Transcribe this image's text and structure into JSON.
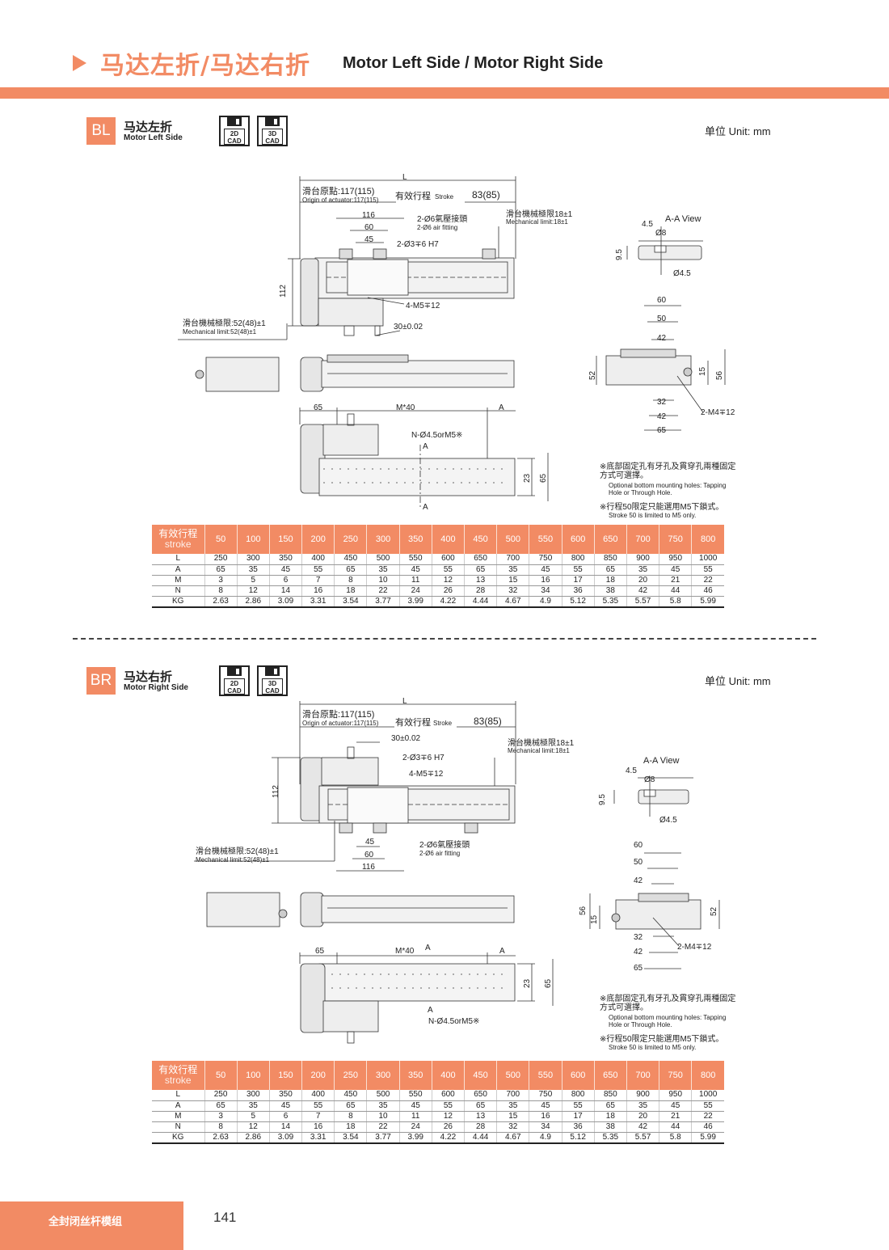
{
  "header": {
    "title_cn": "马达左折/马达右折",
    "title_en": "Motor Left Side / Motor Right Side"
  },
  "colors": {
    "accent": "#f28b64"
  },
  "icons": [
    "triangle-arrow-icon",
    "floppy-disk-icon"
  ],
  "sections": [
    {
      "code": "BL",
      "name_cn": "马达左折",
      "name_en": "Motor Left Side",
      "cad": [
        "2D\nCAD",
        "3D\nCAD"
      ],
      "unit": "单位 Unit: mm",
      "drawing": {
        "L": "L",
        "origin_cn": "滑台原點:117(115)",
        "origin_en": "Origin of actuator:117(115)",
        "stroke_cn": "有效行程",
        "stroke_en": "Stroke",
        "d83": "83(85)",
        "limit18_cn": "滑台機械極限18±1",
        "limit18_en": "Mechanical limit:18±1",
        "d116": "116",
        "d60": "60",
        "d45": "45",
        "air_cn": "2-Ø6氣壓接頭",
        "air_en": "2-Ø6 air fitting",
        "pin": "2-Ø3∓6 H7",
        "tap": "4-M5∓12",
        "d112": "112",
        "limit52_cn": "滑台機械極限:52(48)±1",
        "limit52_en": "Mechanical limit:52(48)±1",
        "d30": "30±0.02",
        "d65": "65",
        "m40": "M*40",
        "a": "A",
        "nhole": "N-Ø4.5orM5※",
        "d23": "23",
        "d65v": "65",
        "aa_view": "A-A View",
        "d4_5": "4.5",
        "d8": "Ø8",
        "d9_5": "9.5",
        "d4_5h": "Ø4.5",
        "e60": "60",
        "e50": "50",
        "e42": "42",
        "e52": "52",
        "e15": "15",
        "e56": "56",
        "e32": "32",
        "e42b": "42",
        "e65": "65",
        "m4": "2-M4∓12"
      },
      "notes": {
        "n1_cn": "※底部固定孔有牙孔及貫穿孔兩種固定方式可選擇。",
        "n1_en": "Optional bottom mounting holes: Tapping Hole or Through Hole.",
        "n2_cn": "※行程50限定只能選用M5下鎖式。",
        "n2_en": "Stroke 50 is limited to M5 only."
      },
      "table": {
        "head_cn": "有效行程",
        "head_en": "stroke",
        "strokes": [
          "50",
          "100",
          "150",
          "200",
          "250",
          "300",
          "350",
          "400",
          "450",
          "500",
          "550",
          "600",
          "650",
          "700",
          "750",
          "800"
        ],
        "rows": [
          {
            "label": "L",
            "values": [
              "250",
              "300",
              "350",
              "400",
              "450",
              "500",
              "550",
              "600",
              "650",
              "700",
              "750",
              "800",
              "850",
              "900",
              "950",
              "1000"
            ]
          },
          {
            "label": "A",
            "values": [
              "65",
              "35",
              "45",
              "55",
              "65",
              "35",
              "45",
              "55",
              "65",
              "35",
              "45",
              "55",
              "65",
              "35",
              "45",
              "55"
            ]
          },
          {
            "label": "M",
            "values": [
              "3",
              "5",
              "6",
              "7",
              "8",
              "10",
              "11",
              "12",
              "13",
              "15",
              "16",
              "17",
              "18",
              "20",
              "21",
              "22"
            ]
          },
          {
            "label": "N",
            "values": [
              "8",
              "12",
              "14",
              "16",
              "18",
              "22",
              "24",
              "26",
              "28",
              "32",
              "34",
              "36",
              "38",
              "42",
              "44",
              "46"
            ]
          },
          {
            "label": "KG",
            "values": [
              "2.63",
              "2.86",
              "3.09",
              "3.31",
              "3.54",
              "3.77",
              "3.99",
              "4.22",
              "4.44",
              "4.67",
              "4.9",
              "5.12",
              "5.35",
              "5.57",
              "5.8",
              "5.99"
            ]
          }
        ]
      }
    },
    {
      "code": "BR",
      "name_cn": "马达右折",
      "name_en": "Motor Right Side",
      "cad": [
        "2D\nCAD",
        "3D\nCAD"
      ],
      "unit": "单位 Unit: mm",
      "drawing": {
        "L": "L",
        "origin_cn": "滑台原點:117(115)",
        "origin_en": "Origin of actuator:117(115)",
        "stroke_cn": "有效行程",
        "stroke_en": "Stroke",
        "d83": "83(85)",
        "limit18_cn": "滑台機械極限18±1",
        "limit18_en": "Mechanical limit:18±1",
        "d30": "30±0.02",
        "pin": "2-Ø3∓6 H7",
        "tap": "4-M5∓12",
        "d112": "112",
        "limit52_cn": "滑台機械極限:52(48)±1",
        "limit52_en": "Mechanical limit:52(48)±1",
        "d45": "45",
        "d60": "60",
        "d116": "116",
        "air_cn": "2-Ø6氣壓接頭",
        "air_en": "2-Ø6 air fitting",
        "d65": "65",
        "m40": "M*40",
        "a": "A",
        "nhole": "N-Ø4.5orM5※",
        "d23": "23",
        "d65v": "65",
        "aa_view": "A-A View",
        "d4_5": "4.5",
        "d8": "Ø8",
        "d9_5": "9.5",
        "d4_5h": "Ø4.5",
        "e60": "60",
        "e50": "50",
        "e42": "42",
        "e56": "56",
        "e15": "15",
        "e52": "52",
        "e32": "32",
        "e42b": "42",
        "e65": "65",
        "m4": "2-M4∓12"
      },
      "notes": {
        "n1_cn": "※底部固定孔有牙孔及貫穿孔兩種固定方式可選擇。",
        "n1_en": "Optional bottom mounting holes: Tapping Hole or Through Hole.",
        "n2_cn": "※行程50限定只能選用M5下鎖式。",
        "n2_en": "Stroke 50 is limited to M5 only."
      },
      "table": {
        "head_cn": "有效行程",
        "head_en": "stroke",
        "strokes": [
          "50",
          "100",
          "150",
          "200",
          "250",
          "300",
          "350",
          "400",
          "450",
          "500",
          "550",
          "600",
          "650",
          "700",
          "750",
          "800"
        ],
        "rows": [
          {
            "label": "L",
            "values": [
              "250",
              "300",
              "350",
              "400",
              "450",
              "500",
              "550",
              "600",
              "650",
              "700",
              "750",
              "800",
              "850",
              "900",
              "950",
              "1000"
            ]
          },
          {
            "label": "A",
            "values": [
              "65",
              "35",
              "45",
              "55",
              "65",
              "35",
              "45",
              "55",
              "65",
              "35",
              "45",
              "55",
              "65",
              "35",
              "45",
              "55"
            ]
          },
          {
            "label": "M",
            "values": [
              "3",
              "5",
              "6",
              "7",
              "8",
              "10",
              "11",
              "12",
              "13",
              "15",
              "16",
              "17",
              "18",
              "20",
              "21",
              "22"
            ]
          },
          {
            "label": "N",
            "values": [
              "8",
              "12",
              "14",
              "16",
              "18",
              "22",
              "24",
              "26",
              "28",
              "32",
              "34",
              "36",
              "38",
              "42",
              "44",
              "46"
            ]
          },
          {
            "label": "KG",
            "values": [
              "2.63",
              "2.86",
              "3.09",
              "3.31",
              "3.54",
              "3.77",
              "3.99",
              "4.22",
              "4.44",
              "4.67",
              "4.9",
              "5.12",
              "5.35",
              "5.57",
              "5.8",
              "5.99"
            ]
          }
        ]
      }
    }
  ],
  "footer": {
    "title": "全封闭丝杆模组",
    "page": "141"
  }
}
